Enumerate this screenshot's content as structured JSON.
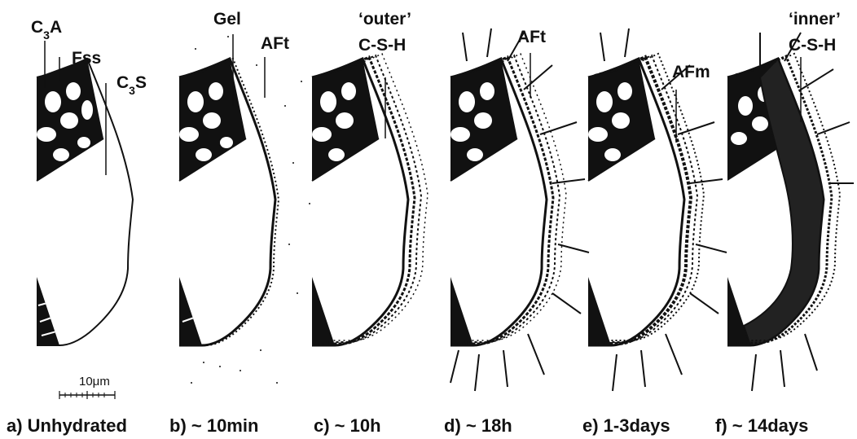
{
  "panels": [
    {
      "caption": "a) Unhydrated"
    },
    {
      "caption": "b) ~ 10min"
    },
    {
      "caption": "c) ~ 10h"
    },
    {
      "caption": "d) ~ 18h"
    },
    {
      "caption": "e) 1-3days"
    },
    {
      "caption": "f) ~ 14days"
    }
  ],
  "labels": {
    "c3a": {
      "main": "C",
      "sub": "3",
      "tail": "A"
    },
    "fss": "Fss",
    "c3s": {
      "main": "C",
      "sub": "3",
      "tail": "S"
    },
    "gel": "Gel",
    "aft_b": "AFt",
    "outer": "‘outer’",
    "csh_c": "C-S-H",
    "aft_d": "AFt",
    "afm": "AFm",
    "inner": "‘inner’",
    "csh_f": "C-S-H"
  },
  "scale_bar": {
    "label": "10μm"
  }
}
